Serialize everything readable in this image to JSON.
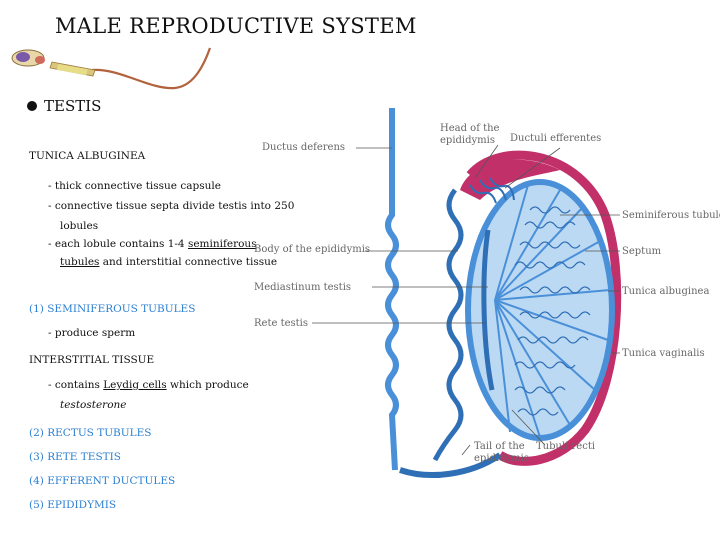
{
  "title": "MALE REPRODUCTIVE SYSTEM",
  "section_heading": "TESTIS",
  "notes": {
    "tunica_heading": "TUNICA ALBUGINEA",
    "tunica_line1": "- thick connective tissue capsule",
    "tunica_line2": "- connective tissue septa divide testis into 250",
    "tunica_line2b": "lobules",
    "tunica_line3_pre": "- each lobule contains 1-4 ",
    "tunica_line3_link": "seminiferous",
    "tunica_line3b_link": "tubules",
    "tunica_line3b_post": " and interstitial connective tissue",
    "seminiferous_heading": "(1) SEMINIFEROUS TUBULES",
    "seminiferous_line1": "- produce sperm",
    "interstitial_heading": "INTERSTITIAL TISSUE",
    "interstitial_line1_pre": "- contains ",
    "interstitial_line1_link": "Leydig cells",
    "interstitial_line1_post": " which produce",
    "interstitial_line2": "testosterone",
    "list_item2": "(2) RECTUS TUBULES",
    "list_item3": "(3) RETE TESTIS",
    "list_item4": "(4) EFFERENT DUCTULES",
    "list_item5": "(5) EPIDIDYMIS"
  },
  "diagram_labels": {
    "ductus_deferens": "Ductus deferens",
    "head_epididymis_1": "Head of the",
    "head_epididymis_2": "epididymis",
    "ductuli_efferentes": "Ductuli efferentes",
    "seminiferous_tubule": "Seminiferous tubule",
    "septum": "Septum",
    "body_epididymis": "Body of the epididymis",
    "mediastinum_testis": "Mediastinum  testis",
    "tunica_albuginea": "Tunica albuginea",
    "rete_testis": "Rete testis",
    "tunica_vaginalis": "Tunica vaginalis",
    "tail_epididymis_1": "Tail of the",
    "tail_epididymis_2": "epididymis",
    "tubuli_recti": "Tubuli recti"
  },
  "colors": {
    "diagram_blue": "#4a90d9",
    "diagram_light_blue": "#bcd9f3",
    "diagram_magenta": "#c2306a",
    "text_blue": "#2a7fd1",
    "sperm_tail": "#b2633d"
  },
  "icons": [
    "sperm-illustration"
  ]
}
